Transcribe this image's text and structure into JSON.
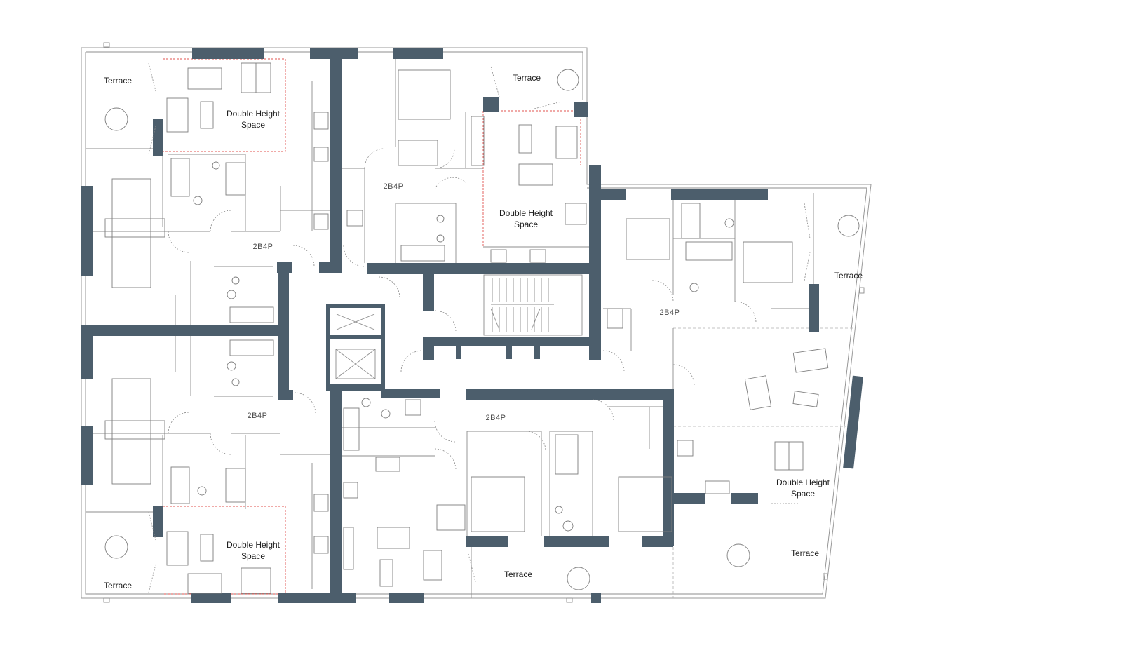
{
  "colors": {
    "wall": "#4c5e6c",
    "line": "#8c8c8c",
    "double_height_outline": "#e0534f",
    "background": "#ffffff"
  },
  "labels": {
    "terrace": "Terrace",
    "double_height_line1": "Double Height",
    "double_height_line2": "Space",
    "unit_type": "2B4P"
  }
}
